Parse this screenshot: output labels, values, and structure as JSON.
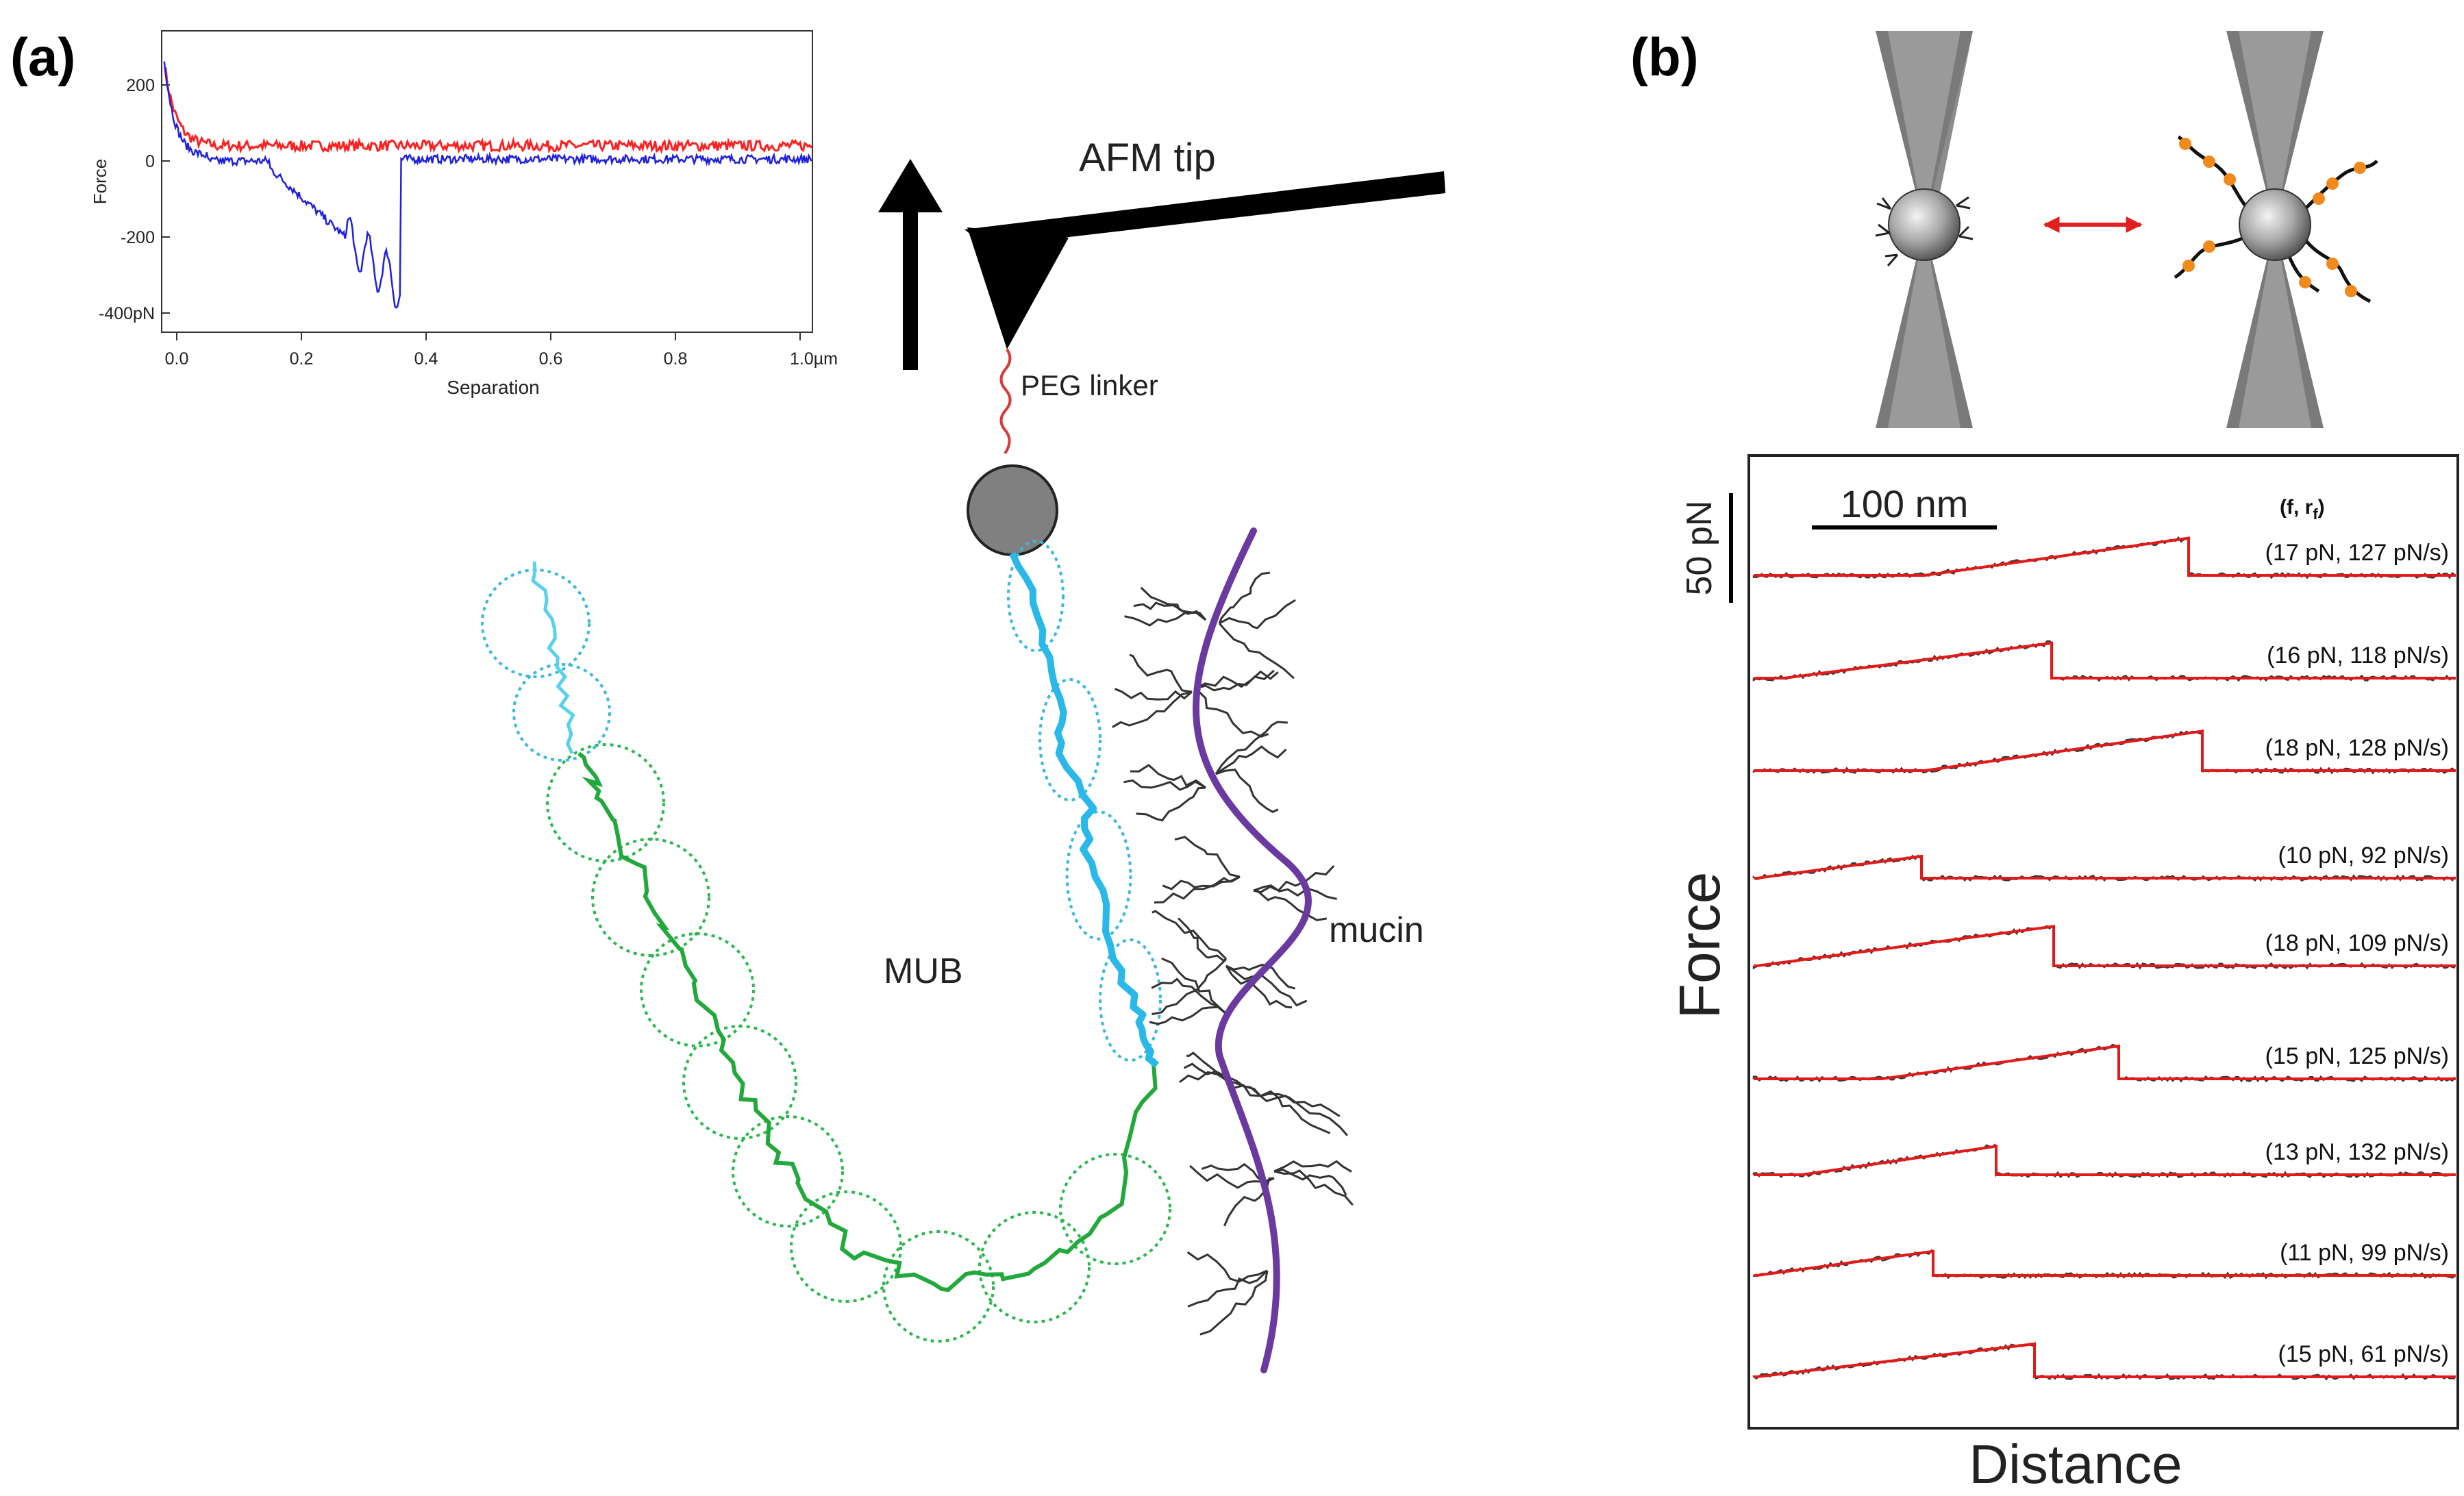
{
  "panels": {
    "a": {
      "label": "(a)"
    },
    "b": {
      "label": "(b)"
    }
  },
  "panel_a": {
    "inset": {
      "y_axis_label": "Force",
      "x_axis_label": "Separation",
      "y_ticks": [
        "200",
        "0",
        "-200",
        "-400pN"
      ],
      "x_ticks": [
        "0.0",
        "0.2",
        "0.4",
        "0.6",
        "0.8",
        "1.0µm"
      ],
      "colors": {
        "approach": "#ff2020",
        "retract": "#2020e0"
      }
    },
    "labels": {
      "afm_tip": "AFM tip",
      "peg_linker": "PEG linker",
      "mub": "MUB",
      "mucin": "mucin"
    },
    "colors": {
      "mub_cyan": "#29b8e8",
      "mub_green": "#22a83c",
      "mucin_backbone": "#6a3aa0",
      "peg": "#d83a3a"
    }
  },
  "panel_b": {
    "scale_bars": {
      "distance": "100 nm",
      "force": "50 pN"
    },
    "header": "(f, r",
    "header_sub": "f",
    "header_close": ")",
    "y_label": "Force",
    "x_label": "Distance",
    "trace_color": "#e31a1a",
    "traces": [
      {
        "label": "(17 pN, 127 pN/s)",
        "f_pN": 17,
        "rate_pN_s": 127
      },
      {
        "label": "(16 pN, 118 pN/s)",
        "f_pN": 16,
        "rate_pN_s": 118
      },
      {
        "label": "(18 pN, 128 pN/s)",
        "f_pN": 18,
        "rate_pN_s": 128
      },
      {
        "label": "(10 pN, 92 pN/s)",
        "f_pN": 10,
        "rate_pN_s": 92
      },
      {
        "label": "(18 pN, 109 pN/s)",
        "f_pN": 18,
        "rate_pN_s": 109
      },
      {
        "label": "(15 pN, 125 pN/s)",
        "f_pN": 15,
        "rate_pN_s": 125
      },
      {
        "label": "(13 pN, 132 pN/s)",
        "f_pN": 13,
        "rate_pN_s": 132
      },
      {
        "label": "(11 pN, 99 pN/s)",
        "f_pN": 11,
        "rate_pN_s": 99
      },
      {
        "label": "(15 pN, 61 pN/s)",
        "f_pN": 15,
        "rate_pN_s": 61
      }
    ]
  }
}
